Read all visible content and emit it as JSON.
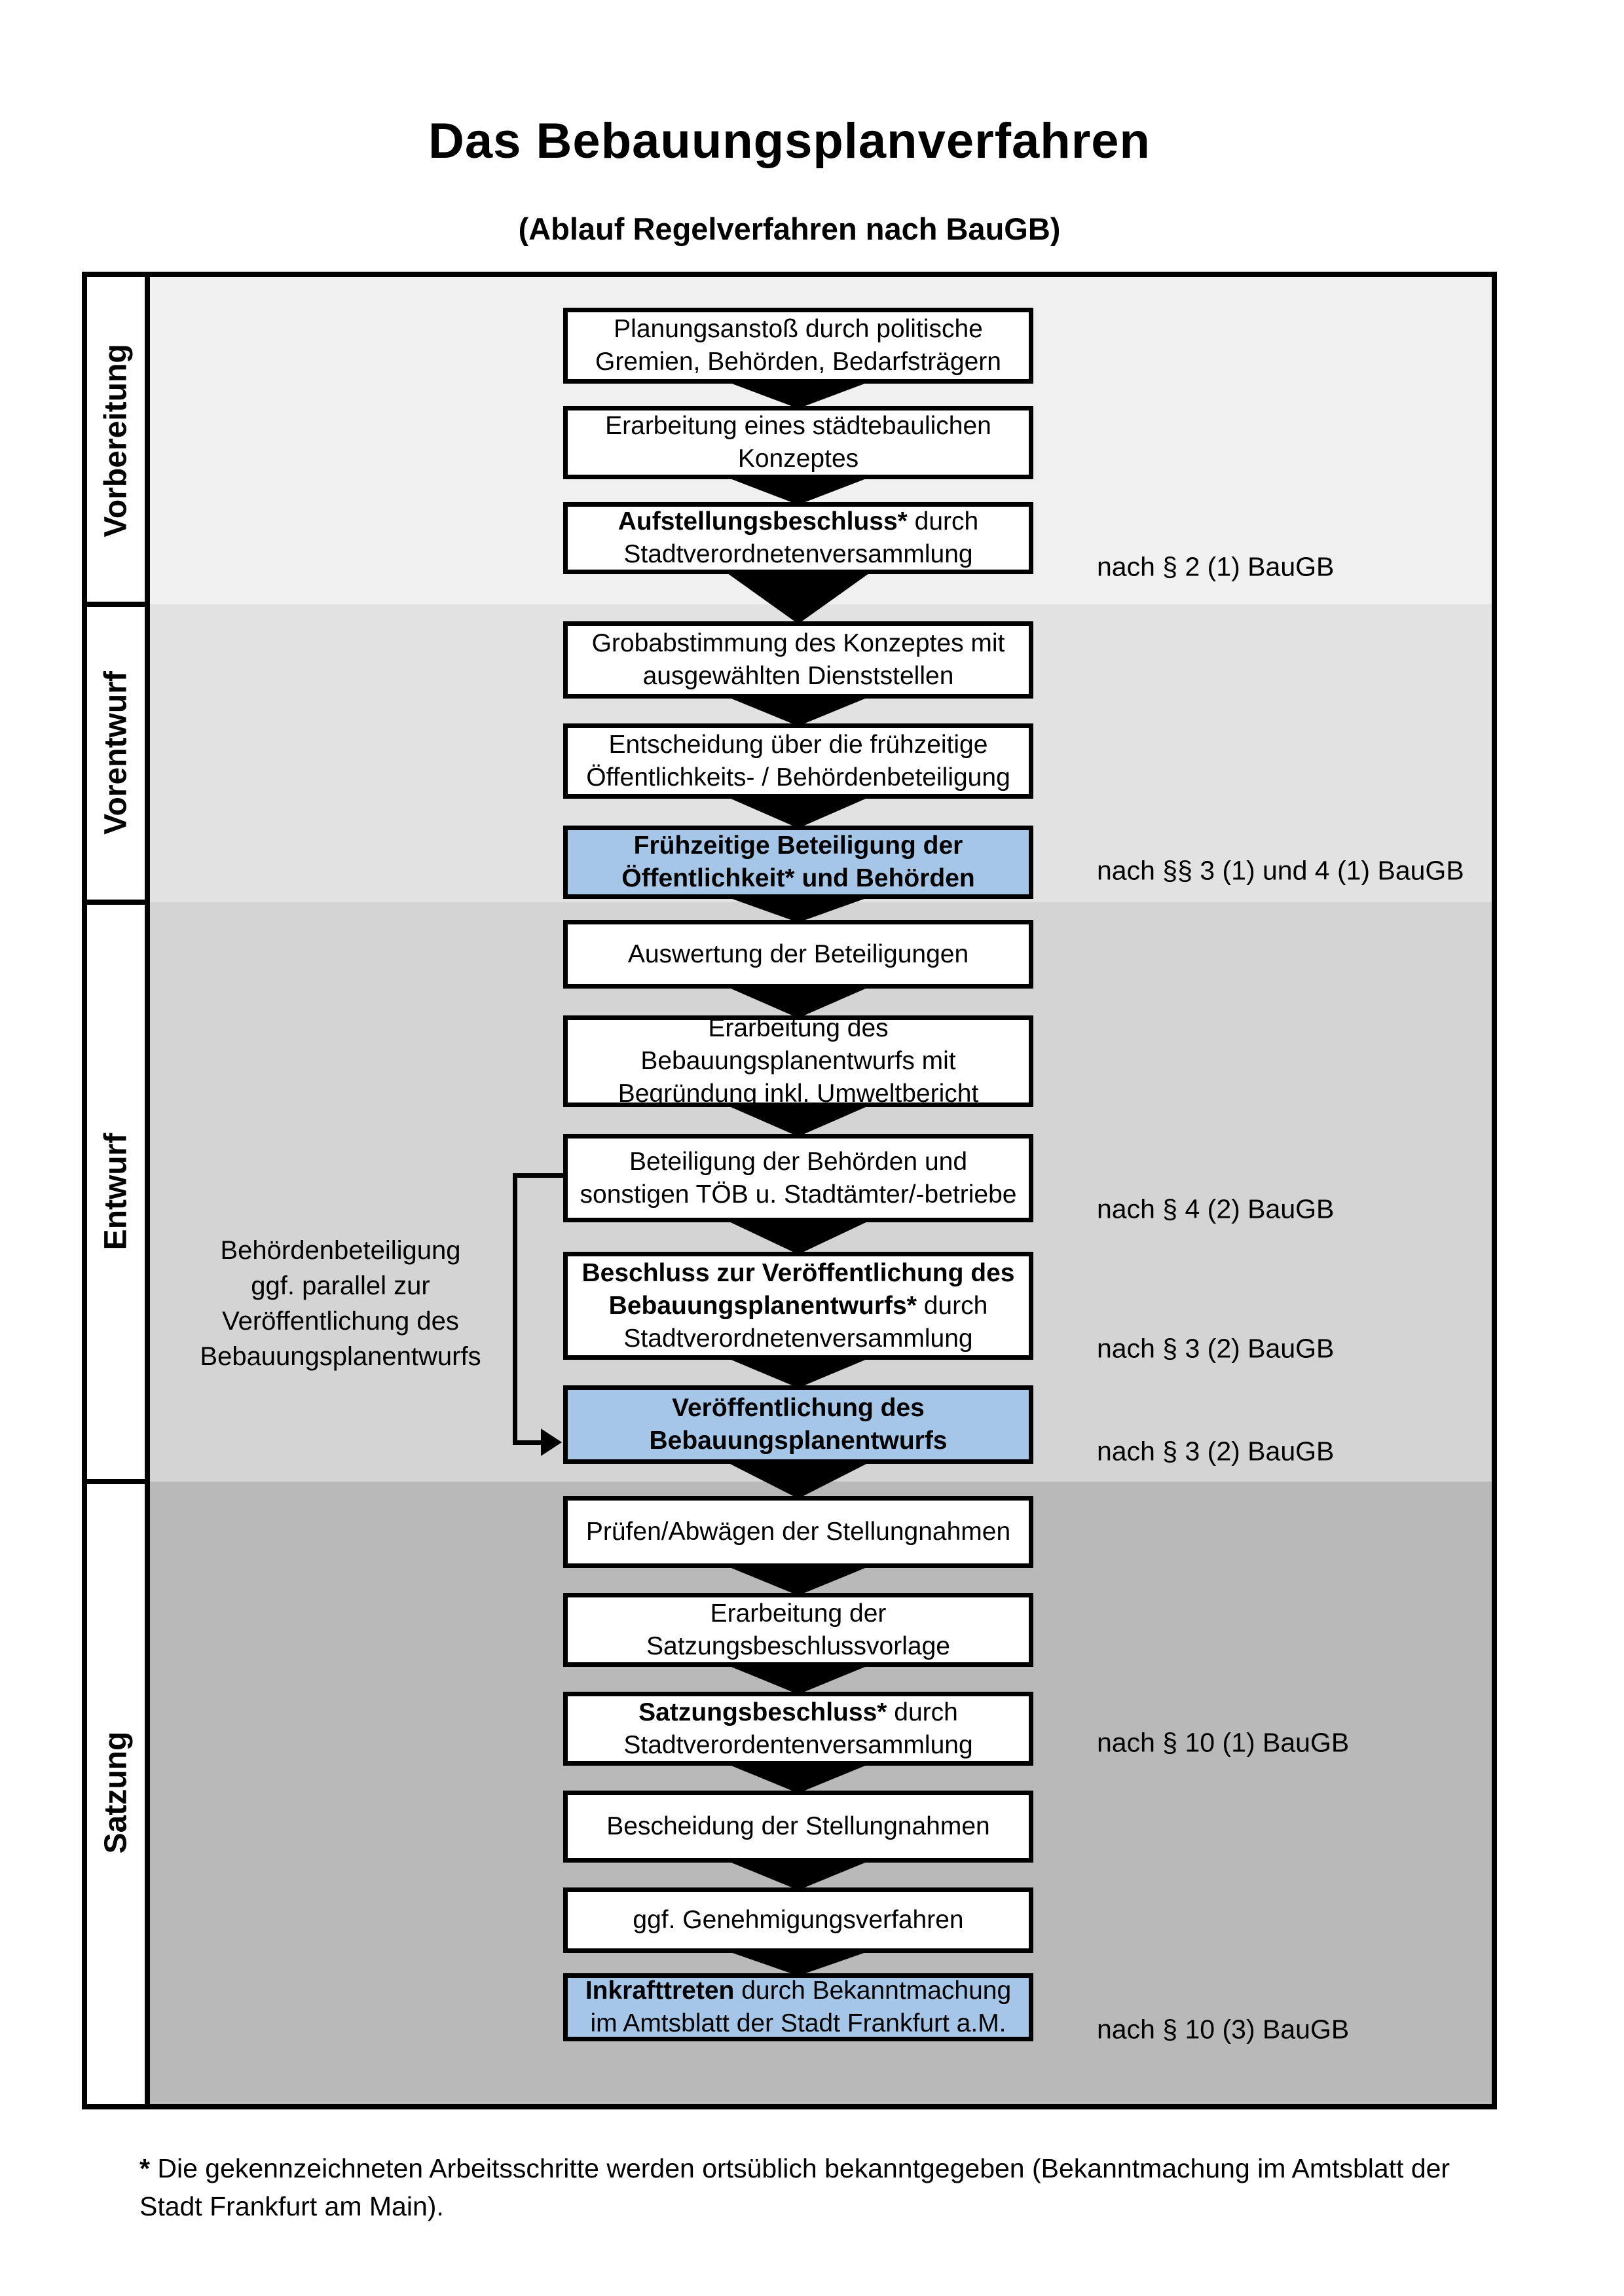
{
  "title": "Das Bebauungsplanverfahren",
  "subtitle": "(Ablauf Regelverfahren nach BauGB)",
  "phases": [
    {
      "label": "Vorbereitung"
    },
    {
      "label": "Vorentwurf"
    },
    {
      "label": "Entwurf"
    },
    {
      "label": "Satzung"
    }
  ],
  "steps": [
    {
      "lead": "",
      "text": "Planungsanstoß durch politische\nGremien, Behörden, Bedarfsträgern",
      "highlight": false
    },
    {
      "lead": "",
      "text": "Erarbeitung eines städtebaulichen\nKonzeptes",
      "highlight": false
    },
    {
      "lead": "Aufstellungsbeschluss*",
      "text": " durch\nStadtverordnetenversammlung",
      "highlight": false
    },
    {
      "lead": "",
      "text": "Grobabstimmung des Konzeptes mit\nausgewählten Dienststellen",
      "highlight": false
    },
    {
      "lead": "",
      "text": "Entscheidung über die frühzeitige\nÖffentlichkeits- / Behördenbeteiligung",
      "highlight": false
    },
    {
      "lead": "Frühzeitige Beteiligung der\nÖffentlichkeit* und Behörden",
      "text": "",
      "highlight": true
    },
    {
      "lead": "",
      "text": "Auswertung der Beteiligungen",
      "highlight": false
    },
    {
      "lead": "",
      "text": "Erarbeitung des\nBebauungsplanentwurfs mit\nBegründung inkl. Umweltbericht",
      "highlight": false
    },
    {
      "lead": "",
      "text": "Beteiligung der Behörden und\nsonstigen TÖB u. Stadtämter/-betriebe",
      "highlight": false
    },
    {
      "lead": "Beschluss zur Veröffentlichung des\nBebauungsplanentwurfs*",
      "text": " durch\nStadtverordnetenversammlung",
      "highlight": false
    },
    {
      "lead": "Veröffentlichung des\nBebauungsplanentwurfs",
      "text": "",
      "highlight": true
    },
    {
      "lead": "",
      "text": "Prüfen/Abwägen der Stellungnahmen",
      "highlight": false
    },
    {
      "lead": "",
      "text": "Erarbeitung der\nSatzungsbeschlussvorlage",
      "highlight": false
    },
    {
      "lead": "Satzungsbeschluss*",
      "text": " durch\nStadtverordentenversammlung",
      "highlight": false
    },
    {
      "lead": "",
      "text": "Bescheidung der Stellungnahmen",
      "highlight": false
    },
    {
      "lead": "",
      "text": "ggf. Genehmigungsverfahren",
      "highlight": false
    },
    {
      "lead": "Inkrafttreten",
      "text": " durch Bekanntmachung\nim Amtsblatt der Stadt Frankfurt a.M.",
      "highlight": true
    }
  ],
  "side_note": "Behördenbeteiligung\nggf. parallel zur\nVeröffentlichung des\nBebauungsplanentwurfs",
  "legal_refs": [
    "nach § 2 (1) BauGB",
    "nach §§ 3 (1) und 4 (1) BauGB",
    "nach § 4 (2) BauGB",
    "nach § 3 (2) BauGB",
    "nach § 3 (2) BauGB",
    "nach § 10 (1) BauGB",
    "nach § 10 (3) BauGB"
  ],
  "footnote_marker": "*",
  "footnote_text": " Die gekennzeichneten Arbeitsschritte werden ortsüblich bekanntgegeben (Bekanntmachung im Amtsblatt  der Stadt Frankfurt am Main).",
  "colors": {
    "highlight_box": "#a6c6e8",
    "band_vorbereitung": "#f1f0f0",
    "band_vorentwurf": "#e2e2e2",
    "band_entwurf": "#d4d4d4",
    "band_satzung": "#b9b9b9",
    "box_border": "#000000"
  }
}
